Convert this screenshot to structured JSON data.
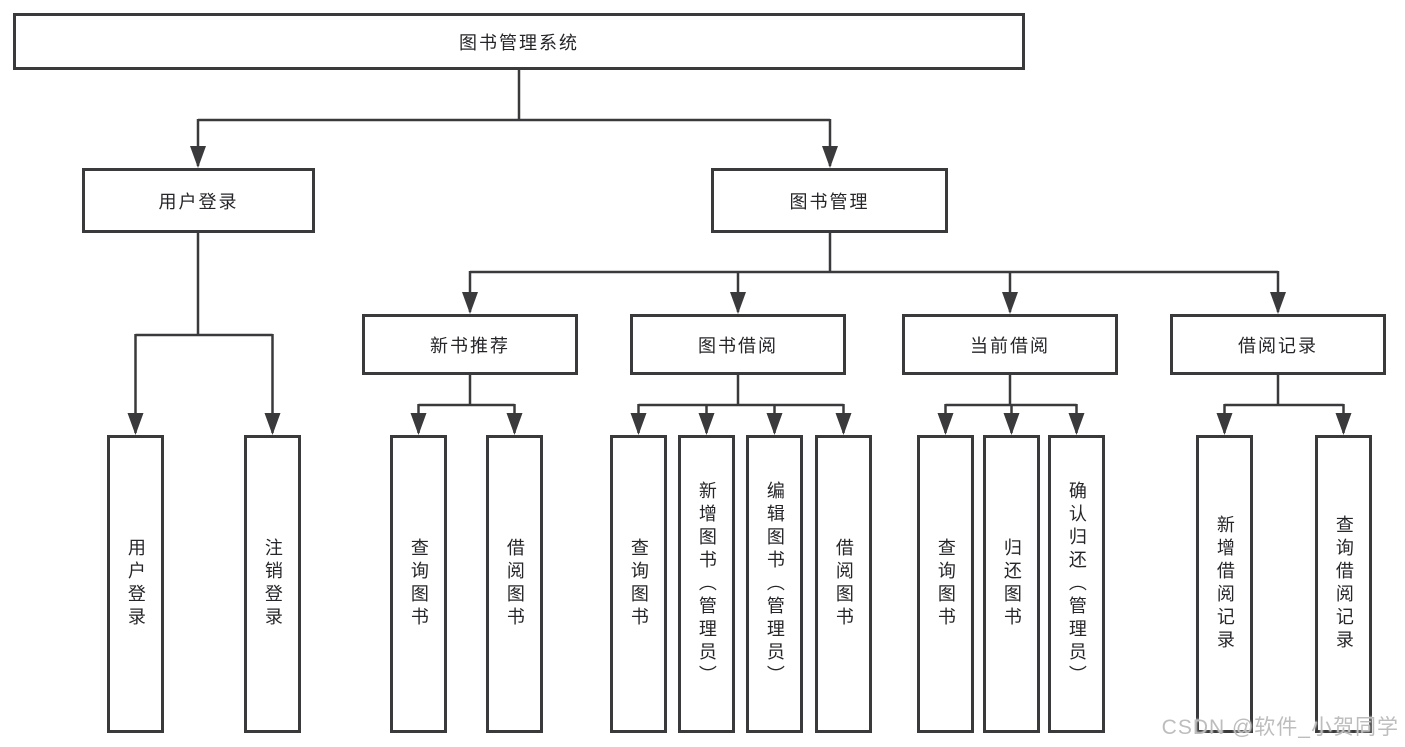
{
  "colors": {
    "line": "#3a3a3c",
    "text": "#26262a",
    "watermark": "#bdbdbd"
  },
  "tree": {
    "root": {
      "label": "图书管理系统",
      "children": [
        {
          "label": "用户登录",
          "children": [
            {
              "label": "用户登录"
            },
            {
              "label": "注销登录"
            }
          ]
        },
        {
          "label": "图书管理",
          "children": [
            {
              "label": "新书推荐",
              "children": [
                {
                  "label": "查询图书"
                },
                {
                  "label": "借阅图书"
                }
              ]
            },
            {
              "label": "图书借阅",
              "children": [
                {
                  "label": "查询图书"
                },
                {
                  "label": "新增图书（管理员）"
                },
                {
                  "label": "编辑图书（管理员）"
                },
                {
                  "label": "借阅图书"
                }
              ]
            },
            {
              "label": "当前借阅",
              "children": [
                {
                  "label": "查询图书"
                },
                {
                  "label": "归还图书"
                },
                {
                  "label": "确认归还（管理员）"
                }
              ]
            },
            {
              "label": "借阅记录",
              "children": [
                {
                  "label": "新增借阅记录"
                },
                {
                  "label": "查询借阅记录"
                }
              ]
            }
          ]
        }
      ]
    }
  },
  "watermark": {
    "text": "CSDN @软件_小贺同学"
  }
}
